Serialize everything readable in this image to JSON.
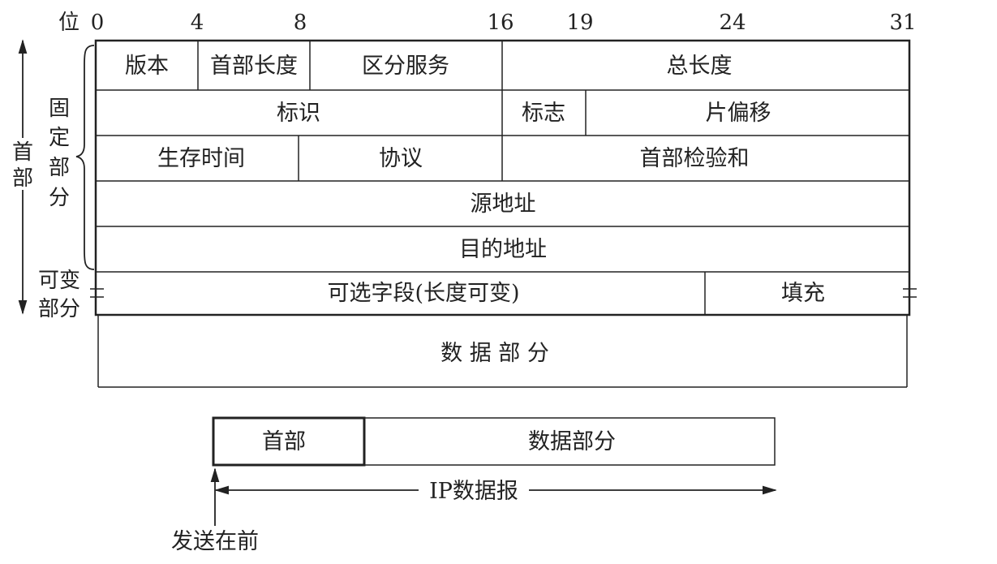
{
  "bit_axis": {
    "label": "位",
    "ticks": [
      "0",
      "4",
      "8",
      "16",
      "19",
      "24",
      "31"
    ]
  },
  "header_rows": {
    "row1": {
      "version": "版本",
      "header_length": "首部长度",
      "diff_services": "区分服务",
      "total_length": "总长度"
    },
    "row2": {
      "identification": "标识",
      "flags": "标志",
      "fragment_offset": "片偏移"
    },
    "row3": {
      "ttl": "生存时间",
      "protocol": "协议",
      "checksum": "首部检验和"
    },
    "row4": {
      "source_address": "源地址"
    },
    "row5": {
      "dest_address": "目的地址"
    },
    "row6": {
      "options": "可选字段(长度可变)",
      "padding": "填充"
    }
  },
  "data_part": "数 据 部 分",
  "side_labels": {
    "header": [
      "首",
      "部"
    ],
    "fixed_part": [
      "固",
      "定",
      "部",
      "分"
    ],
    "variable_part": [
      "可变",
      "部分"
    ]
  },
  "bottom": {
    "header_box": "首部",
    "data_box": "数据部分",
    "datagram_label": "IP数据报",
    "send_first": "发送在前"
  }
}
